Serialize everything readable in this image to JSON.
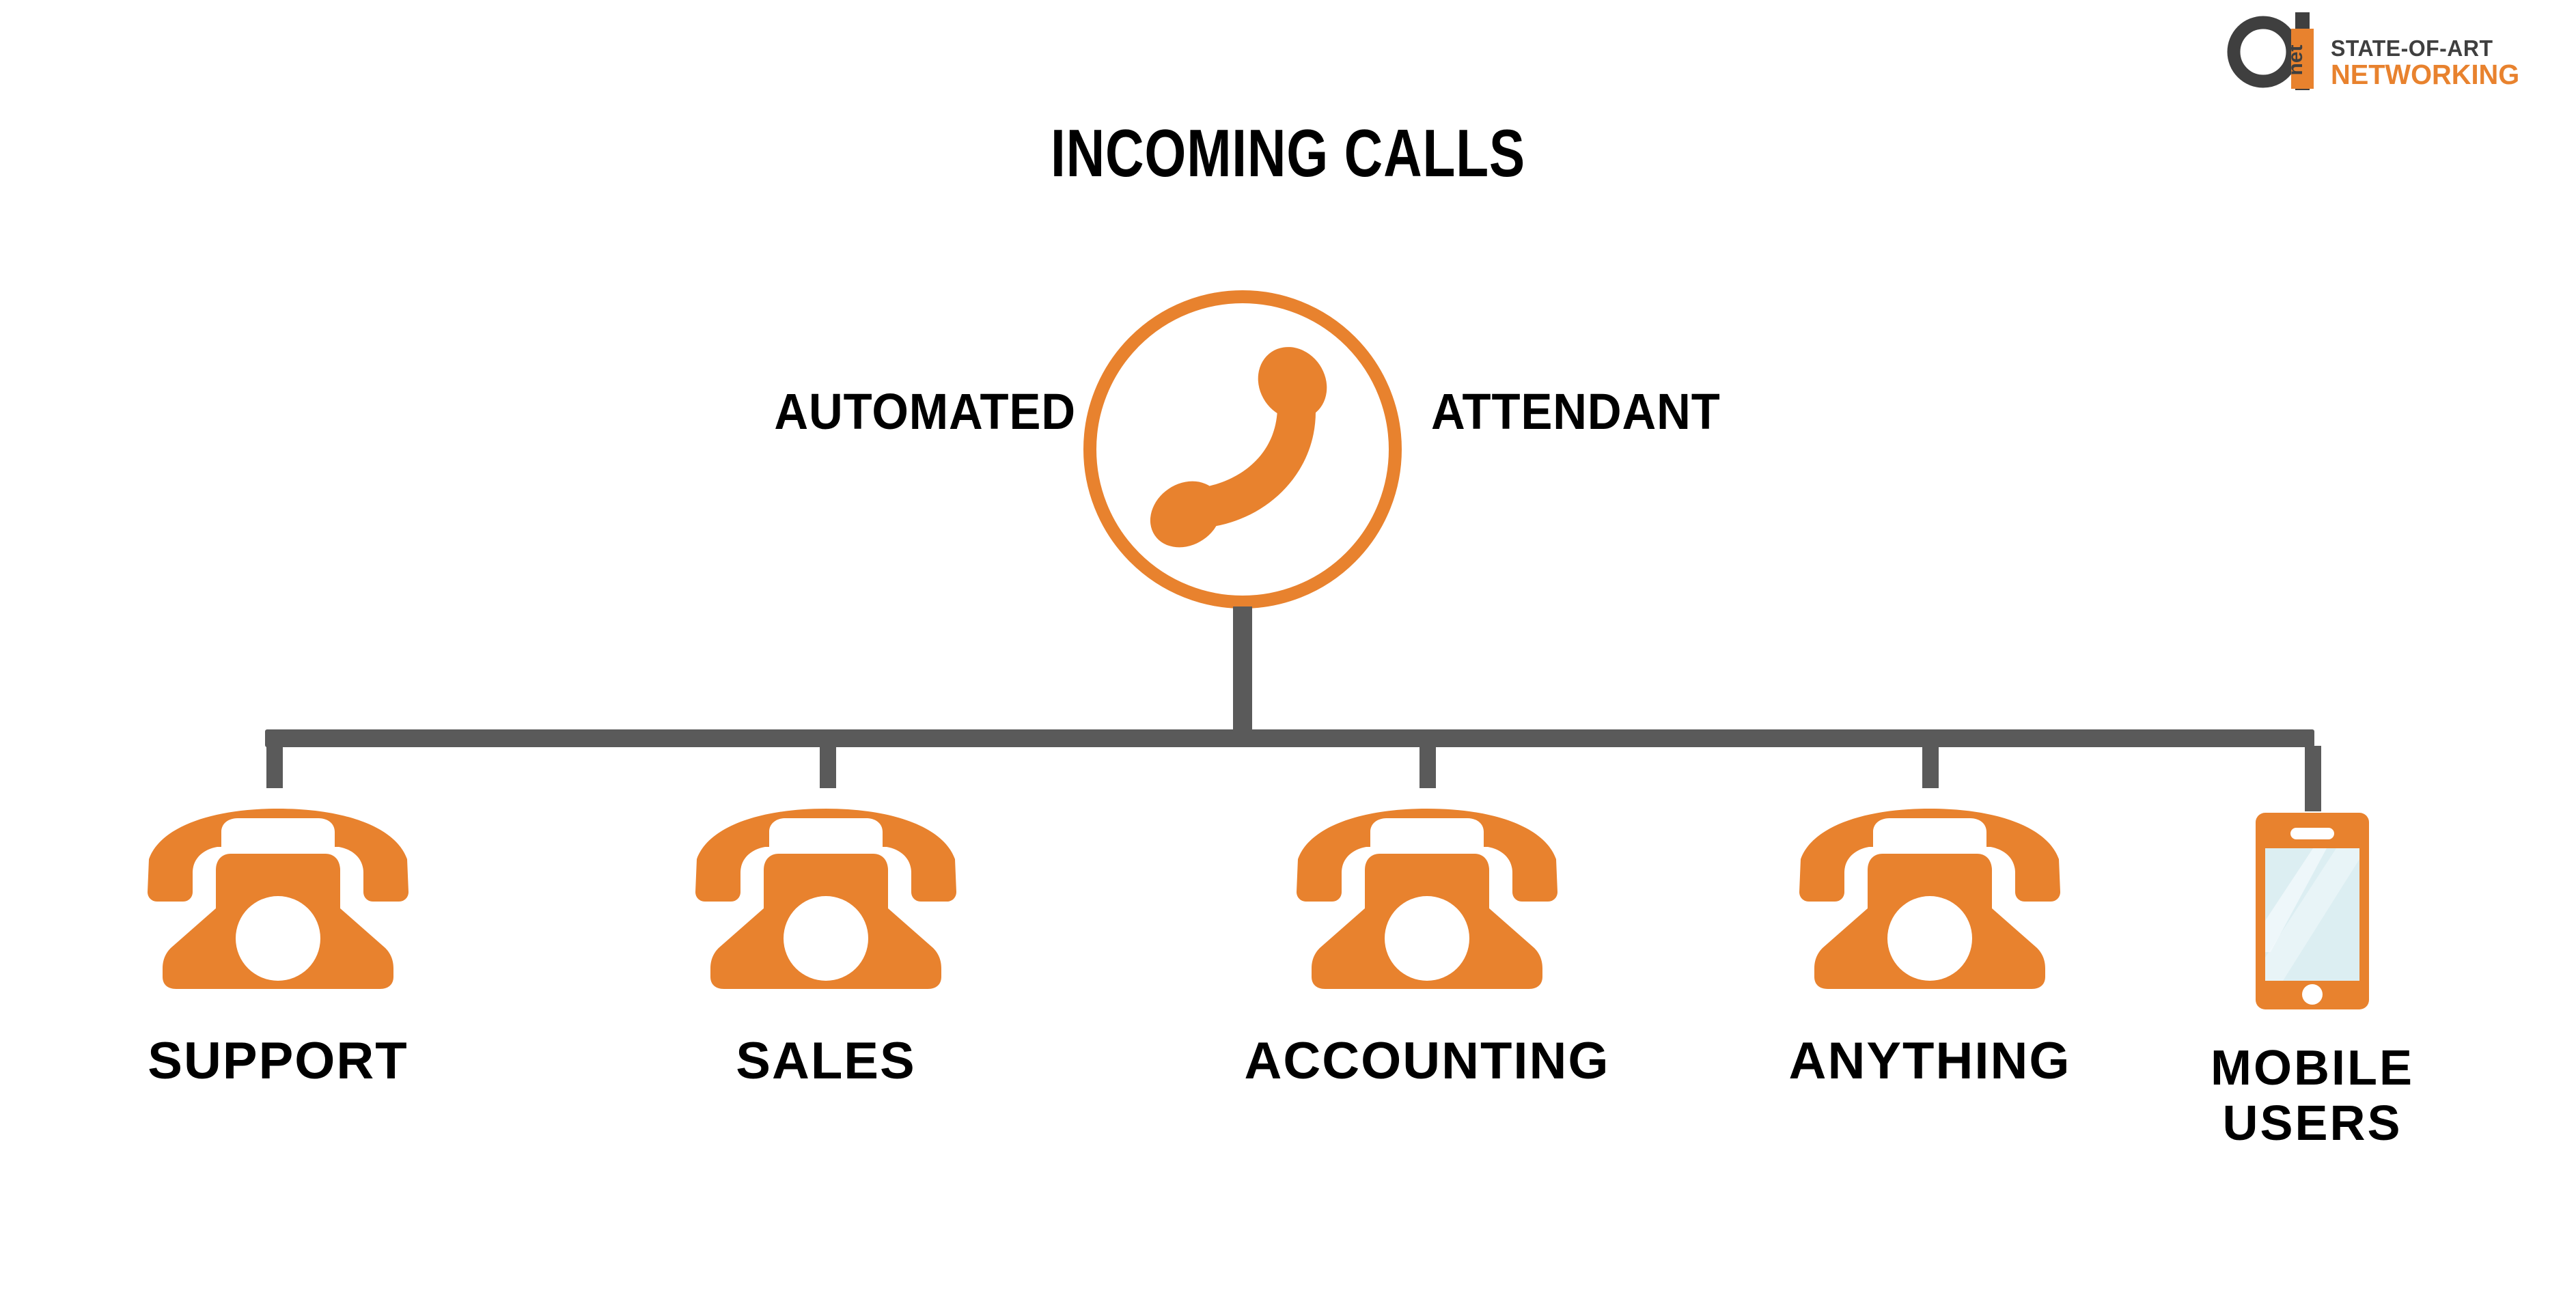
{
  "page": {
    "title": "INCOMING CALLS",
    "background_color": "#ffffff"
  },
  "colors": {
    "orange": "#E8822E",
    "gray": "#5A5A5A",
    "logo_dark": "#3F3F3F",
    "screen_blue": "#DCEEF2",
    "black": "#000000"
  },
  "logo": {
    "mark_letter": "a",
    "mark_tag": "net",
    "line1": "STATE-OF-ART",
    "line2": "NETWORKING"
  },
  "attendant": {
    "label_left": "AUTOMATED",
    "label_right": "ATTENDANT",
    "icon": "phone-handset-icon"
  },
  "branches": [
    {
      "label": "SUPPORT",
      "icon": "desk-phone-icon",
      "label_lines": [
        "SUPPORT"
      ]
    },
    {
      "label": "SALES",
      "icon": "desk-phone-icon",
      "label_lines": [
        "SALES"
      ]
    },
    {
      "label": "ACCOUNTING",
      "icon": "desk-phone-icon",
      "label_lines": [
        "ACCOUNTING"
      ]
    },
    {
      "label": "ANYTHING",
      "icon": "desk-phone-icon",
      "label_lines": [
        "ANYTHING"
      ]
    },
    {
      "label": "MOBILE USERS",
      "icon": "mobile-phone-icon",
      "label_lines": [
        "MOBILE",
        "USERS"
      ]
    }
  ]
}
